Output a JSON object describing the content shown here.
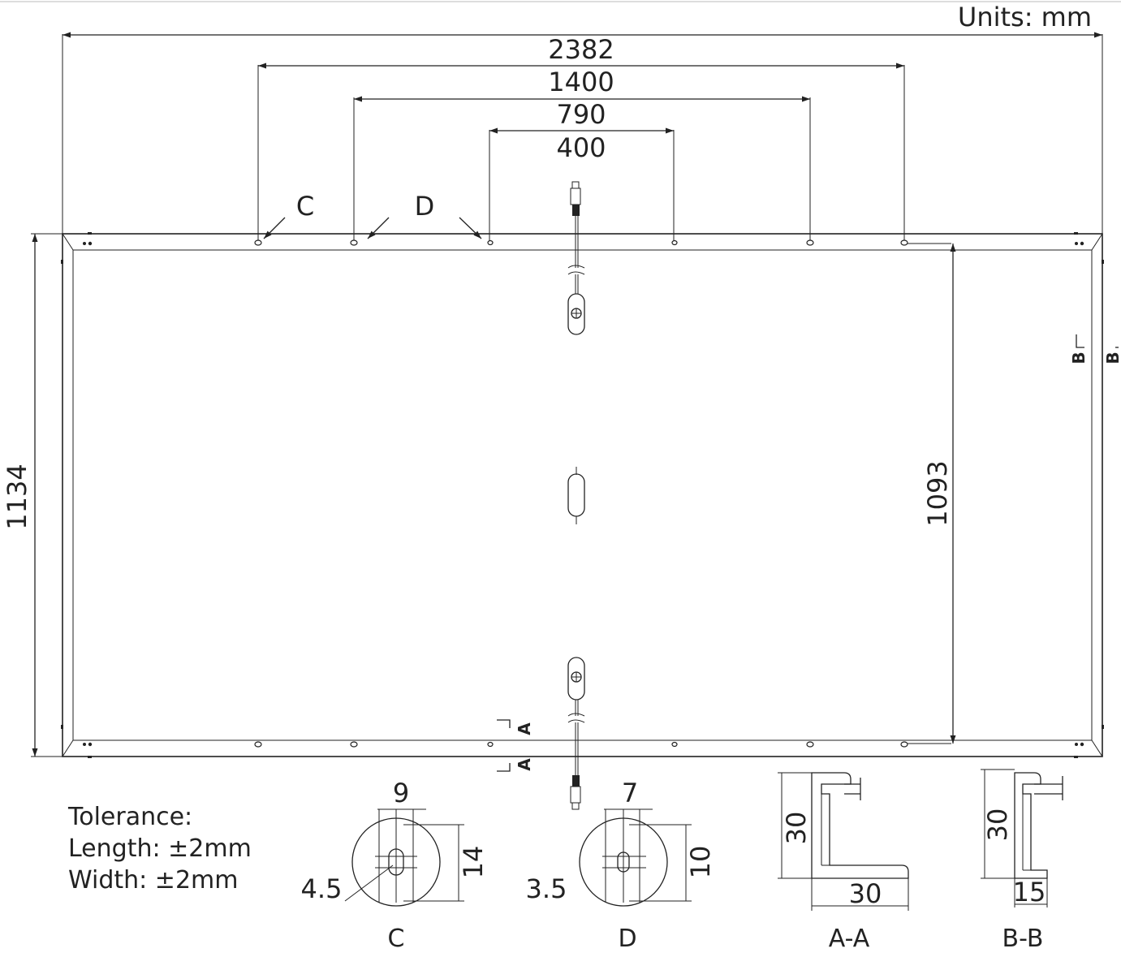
{
  "units_label": "Units: mm",
  "dimensions": {
    "overall_length": "2382",
    "mount_hole_span_outer": "1400",
    "mount_hole_span_middle": "790",
    "mount_hole_span_inner": "400",
    "overall_width": "1134",
    "hole_row_spacing": "1093"
  },
  "callouts": {
    "c": "C",
    "d": "D"
  },
  "section_marks": {
    "a": "A",
    "b": "B"
  },
  "tolerance": {
    "title": "Tolerance:",
    "length": "Length:  ±2mm",
    "width": "Width:  ±2mm"
  },
  "detail_c": {
    "label": "C",
    "slot_width": "9",
    "slot_length": "14",
    "slot_radius": "4.5"
  },
  "detail_d": {
    "label": "D",
    "slot_width": "7",
    "slot_length": "10",
    "slot_radius": "3.5"
  },
  "section_aa": {
    "label": "A-A",
    "height": "30",
    "flange_width": "30"
  },
  "section_bb": {
    "label": "B-B",
    "height": "30",
    "flange_width": "15"
  }
}
